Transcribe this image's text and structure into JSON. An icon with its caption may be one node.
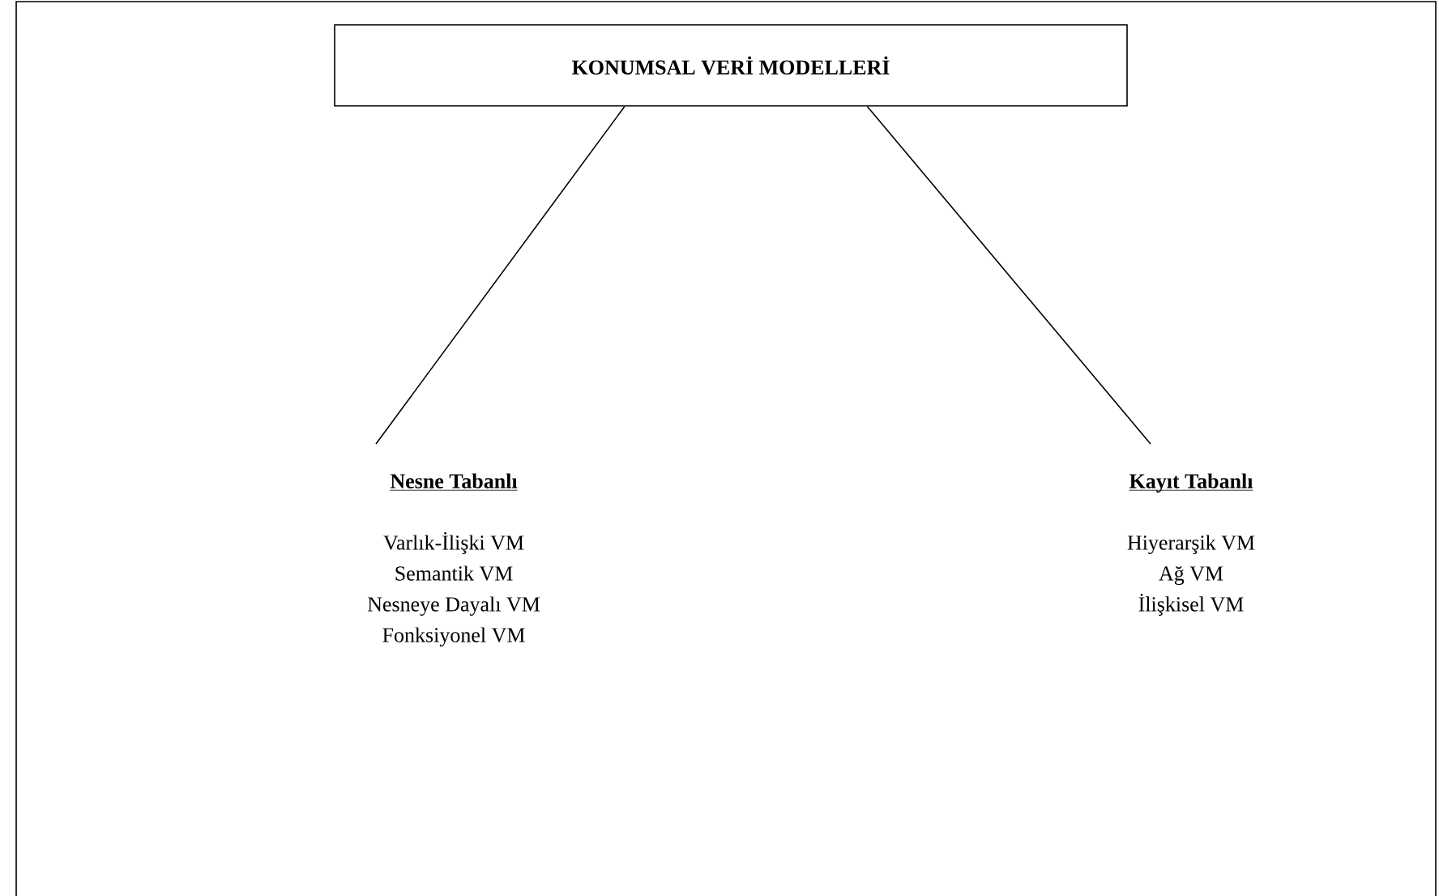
{
  "diagram": {
    "nodes": [
      {
        "text": [
          "KONUMSAL VERİ MODELLERİ"
        ]
      },
      {
        "text": [
          "Nesne Tabanlı",
          "Varlık-İlişki VM",
          "Semantik VM",
          "Nesneye Dayalı VM",
          "Fonksiyonel VM"
        ]
      },
      {
        "text": [
          "Kayıt Tabanlı",
          "Hiyerarşik VM",
          "Ağ VM",
          "İlişkisel VM"
        ]
      }
    ],
    "edges": [
      {
        "from": 0,
        "to": 1,
        "arrow": "none"
      },
      {
        "from": 0,
        "to": 2,
        "arrow": "none"
      }
    ]
  }
}
